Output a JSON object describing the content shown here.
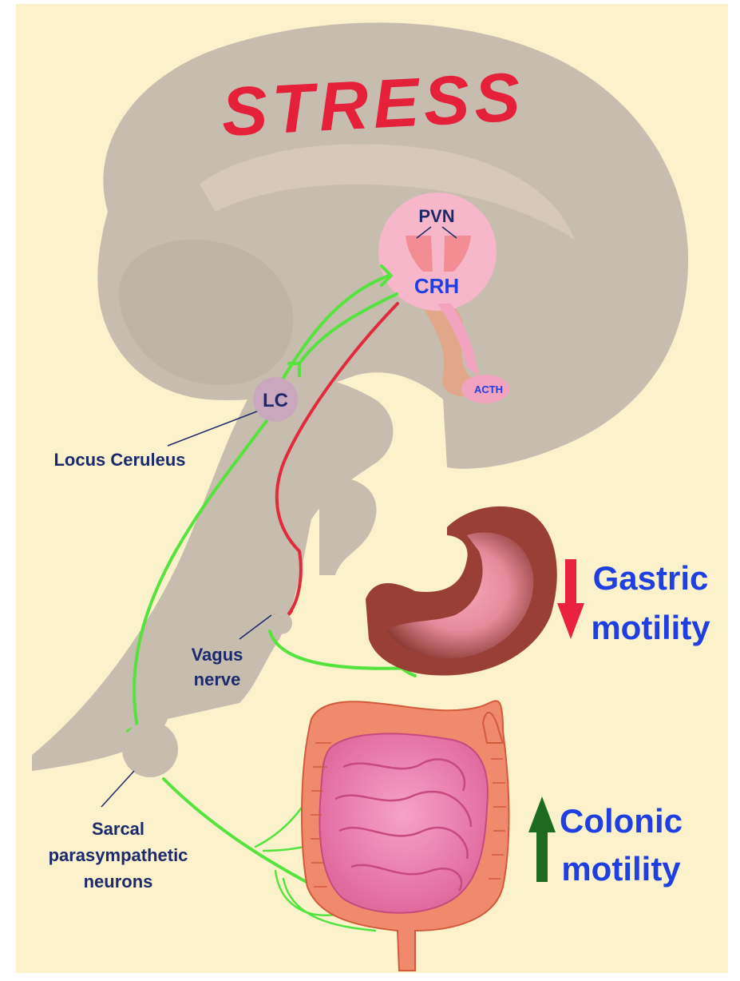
{
  "title": "STRESS",
  "nodes": {
    "pvn": "PVN",
    "crh": "CRH",
    "acth": "ACTH",
    "lc": "LC",
    "locus_ceruleus": "Locus Ceruleus",
    "vagus_line1": "Vagus",
    "vagus_line2": "nerve",
    "sarcal_line1": "Sarcal",
    "sarcal_line2": "parasympathetic",
    "sarcal_line3": "neurons"
  },
  "outcomes": {
    "gastric": {
      "line1": "Gastric",
      "line2": "motility",
      "direction": "down",
      "arrow_color": "#e8223f"
    },
    "colonic": {
      "line1": "Colonic",
      "line2": "motility",
      "direction": "up",
      "arrow_color": "#1d6b21"
    }
  },
  "colors": {
    "background": "#fbf2cc",
    "brain": "#c6bdaf",
    "pathway_green": "#55e33d",
    "pathway_red": "#e32a3a",
    "stress_text": "#e5213a",
    "label_dark": "#1c2a6b",
    "label_blue": "#1f3fe0",
    "pvn_circle": "#f7b7cb"
  }
}
